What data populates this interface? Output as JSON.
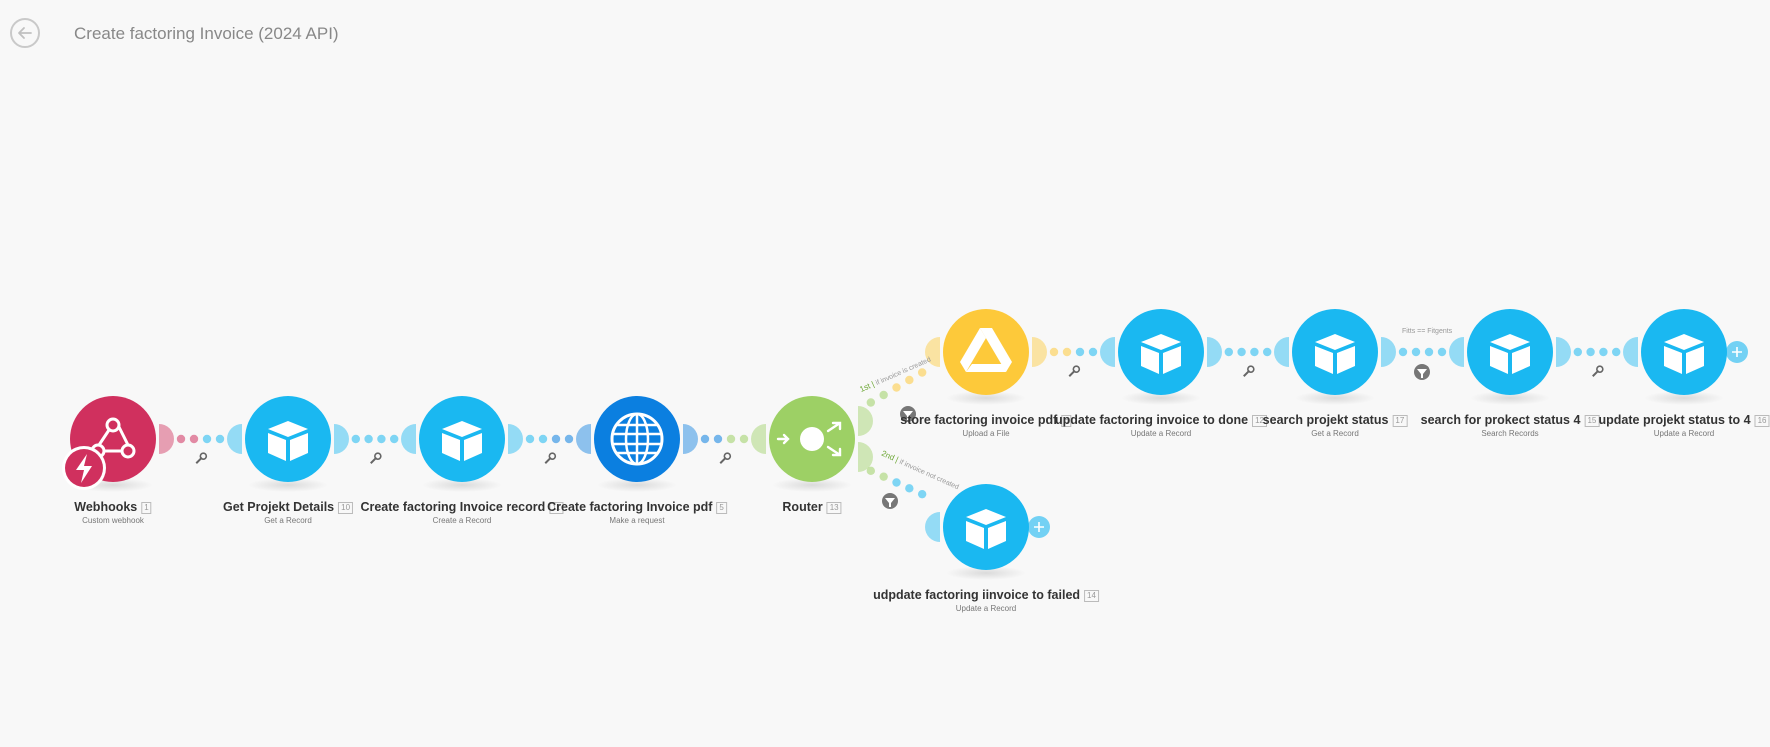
{
  "header": {
    "title": "Create factoring Invoice (2024 API)",
    "back_icon": "arrow-left-icon"
  },
  "colors": {
    "webhook": "#d0305e",
    "airtable": "#1ab8f1",
    "http": "#0b7fe0",
    "router": "#9dd065",
    "drive": "#fdc93a"
  },
  "modules": [
    {
      "name": "Webhooks",
      "num": "1",
      "sub": "Custom webhook",
      "icon": "webhook-icon"
    },
    {
      "name": "Get Projekt Details",
      "num": "10",
      "sub": "Get a Record",
      "icon": "airtable-box-icon"
    },
    {
      "name": "Create factoring Invoice record",
      "num": "11",
      "sub": "Create a Record",
      "icon": "airtable-box-icon"
    },
    {
      "name": "Create factoring Invoice pdf",
      "num": "5",
      "sub": "Make a request",
      "icon": "globe-icon"
    },
    {
      "name": "Router",
      "num": "13",
      "sub": "",
      "icon": "router-icon"
    },
    {
      "name": "store factoring invoice pdf",
      "num": "6",
      "sub": "Upload a File",
      "icon": "google-drive-icon"
    },
    {
      "name": "update factoring invoice to done",
      "num": "12",
      "sub": "Update a Record",
      "icon": "airtable-box-icon"
    },
    {
      "name": "search projekt status",
      "num": "17",
      "sub": "Get a Record",
      "icon": "airtable-box-icon"
    },
    {
      "name": "search for prokect status 4",
      "num": "15",
      "sub": "Search Records",
      "icon": "airtable-box-icon"
    },
    {
      "name": "update projekt status to 4",
      "num": "16",
      "sub": "Update a Record",
      "icon": "airtable-box-icon"
    },
    {
      "name": "udpdate factoring iinvoice to failed",
      "num": "14",
      "sub": "Update a Record",
      "icon": "airtable-box-icon"
    }
  ],
  "routes": [
    {
      "order": "1st",
      "condition": "if invoice is created"
    },
    {
      "order": "2nd",
      "condition": "if invoice not created"
    }
  ],
  "filter_label": "Fitts == Fitgents"
}
